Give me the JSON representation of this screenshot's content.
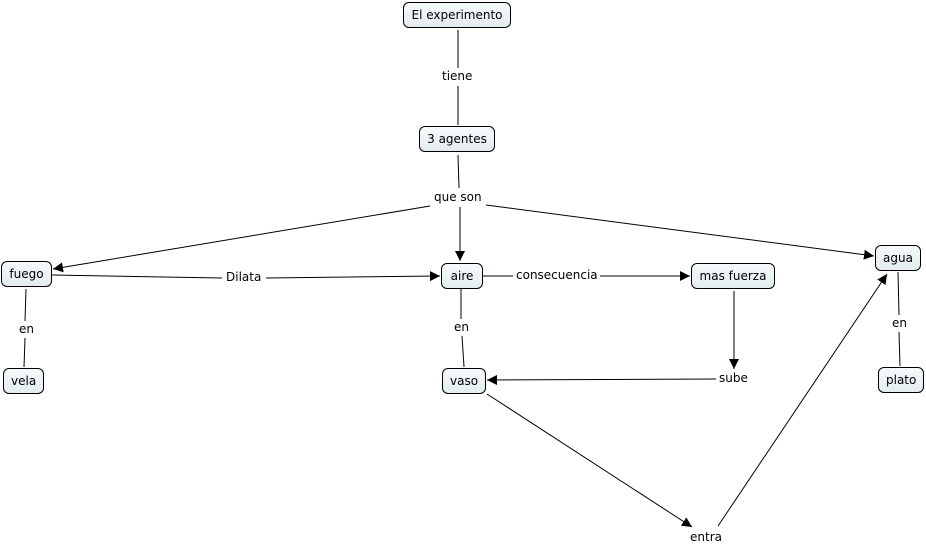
{
  "concepts": {
    "experimento": "El experimento",
    "agentes": "3 agentes",
    "fuego": "fuego",
    "aire": "aire",
    "agua": "agua",
    "mas_fuerza": "mas fuerza",
    "vela": "vela",
    "vaso": "vaso",
    "plato": "plato"
  },
  "links": {
    "tiene": "tiene",
    "que_son": "que son",
    "dilata": "Dilata",
    "consecuencia": "consecuencia",
    "en_fuego": "en",
    "en_aire": "en",
    "en_agua": "en",
    "sube": "sube",
    "entra": "entra"
  }
}
